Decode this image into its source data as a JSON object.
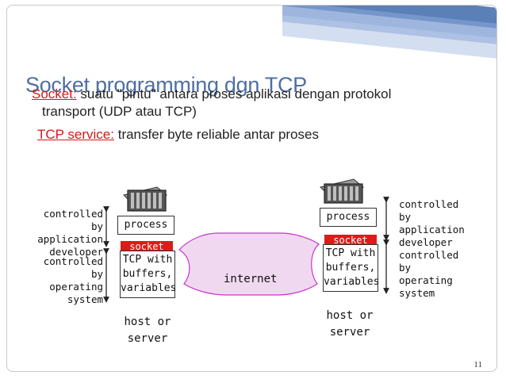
{
  "slide": {
    "title": "Socket programming dgn TCP",
    "bullet1": {
      "term": "Socket:",
      "text_line1": " suatu \"pintu\" antara proses aplikasi dengan protokol",
      "text_line2": "transport (UDP atau TCP)"
    },
    "bullet2": {
      "term": "TCP service:",
      "text": " transfer byte reliable antar proses"
    },
    "page_number": "11"
  },
  "diagram": {
    "left": {
      "controlled_by_app": [
        "controlled by",
        "application",
        "developer"
      ],
      "controlled_by_os": [
        "controlled by",
        "operating",
        "system"
      ],
      "process_label": "process",
      "socket_label": "socket",
      "tcp_lines": [
        "TCP with",
        "buffers,",
        "variables"
      ],
      "host_lines": [
        "host or",
        "server"
      ]
    },
    "right": {
      "controlled_by_app": [
        "controlled by",
        "application",
        "developer"
      ],
      "controlled_by_os": [
        "controlled by",
        "operating",
        "system"
      ],
      "process_label": "process",
      "socket_label": "socket",
      "tcp_lines": [
        "TCP with",
        "buffers,",
        "variables"
      ],
      "host_lines": [
        "host or",
        "server"
      ]
    },
    "internet_label": "internet",
    "colors": {
      "internet_fill": "#f0d9f0",
      "internet_stroke": "#cc33cc",
      "socket_fill": "#e01919",
      "title": "#4f6fa3"
    }
  }
}
